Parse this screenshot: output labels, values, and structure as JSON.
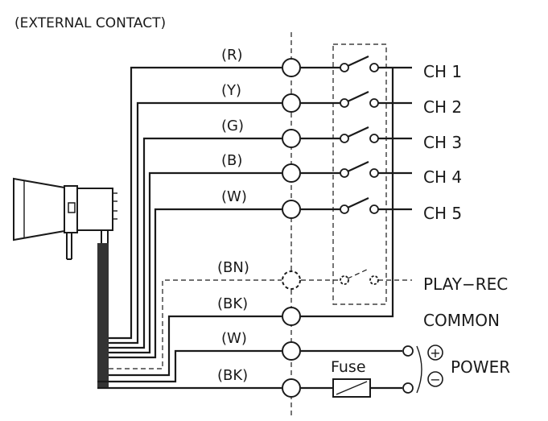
{
  "header": "(EXTERNAL CONTACT)",
  "wires": [
    {
      "color": "(R)",
      "channel": "CH 1"
    },
    {
      "color": "(Y)",
      "channel": "CH 2"
    },
    {
      "color": "(G)",
      "channel": "CH 3"
    },
    {
      "color": "(B)",
      "channel": "CH 4"
    },
    {
      "color": "(W)",
      "channel": "CH 5"
    },
    {
      "color": "(BN)",
      "channel": "PLAY−REC"
    },
    {
      "color": "(BK)",
      "channel": "COMMON"
    },
    {
      "color": "(W)",
      "channel": ""
    },
    {
      "color": "(BK)",
      "channel": ""
    }
  ],
  "fuse_label": "Fuse",
  "power_label": "POWER",
  "plus_symbol": "+",
  "minus_symbol": "−"
}
